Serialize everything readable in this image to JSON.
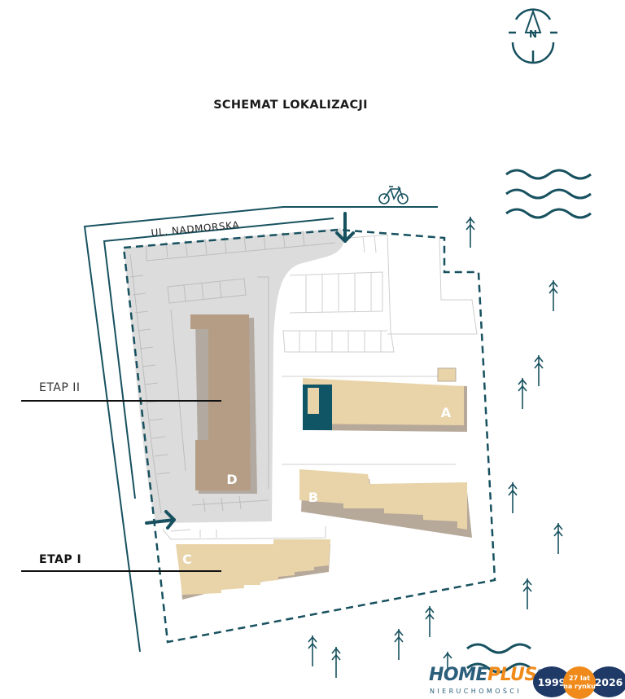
{
  "title": "SCHEMAT LOKALIZACJI",
  "compass": {
    "label": "N"
  },
  "street": "UL. NADMORSKA",
  "stages": {
    "etap2": "ETAP II",
    "etap1": "ETAP I"
  },
  "buildings": {
    "a": "A",
    "b": "B",
    "c": "C",
    "d": "D"
  },
  "logo": {
    "brand_home": "HOME",
    "brand_plus": "PLUS",
    "registered": "®",
    "subtitle": "NIERUCHOMOŚCI",
    "year_start": "1999",
    "anniversary_line1": "27 lat",
    "anniversary_line2": "na rynku",
    "year_end": "2026"
  },
  "colors": {
    "line": "#17515f",
    "building_light": "#e9d4a9",
    "building_dark": "#b7a184",
    "highlight": "#0f5566",
    "parking_area": "#dcdcdc",
    "logo_blue": "#2a5e7a",
    "logo_orange": "#f08a1a",
    "badge_navy": "#1f3a67"
  }
}
